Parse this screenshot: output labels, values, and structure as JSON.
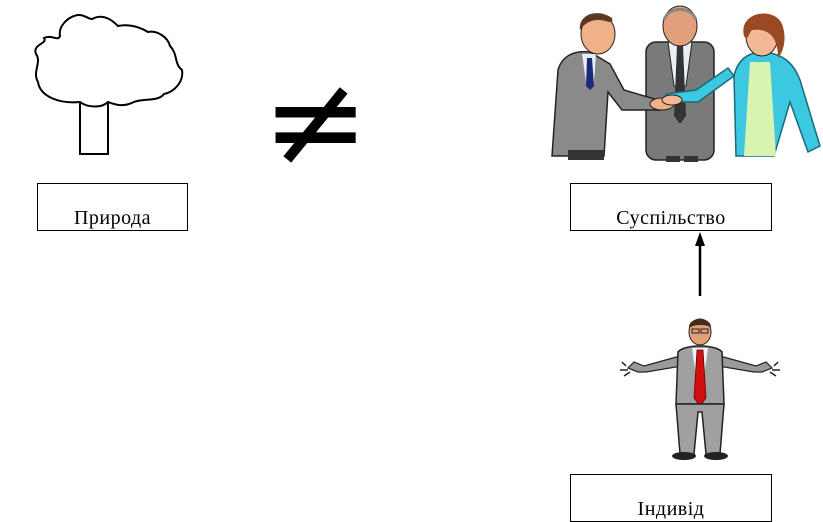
{
  "labels": {
    "nature": "Природа",
    "society": "Суспільство",
    "individual": "Індивід"
  },
  "symbols": {
    "not_equal": "≠"
  },
  "icons": {
    "tree": "tree-outline-icon",
    "group": "business-group-handshake-icon",
    "person": "shrugging-businessman-icon",
    "arrow": "arrow-up-icon"
  },
  "colors": {
    "outline": "#000000",
    "suit_gray": "#8a8a8a",
    "woman_jacket": "#3cc8e0",
    "tie_red": "#d01010",
    "skin": "#f0b088"
  }
}
